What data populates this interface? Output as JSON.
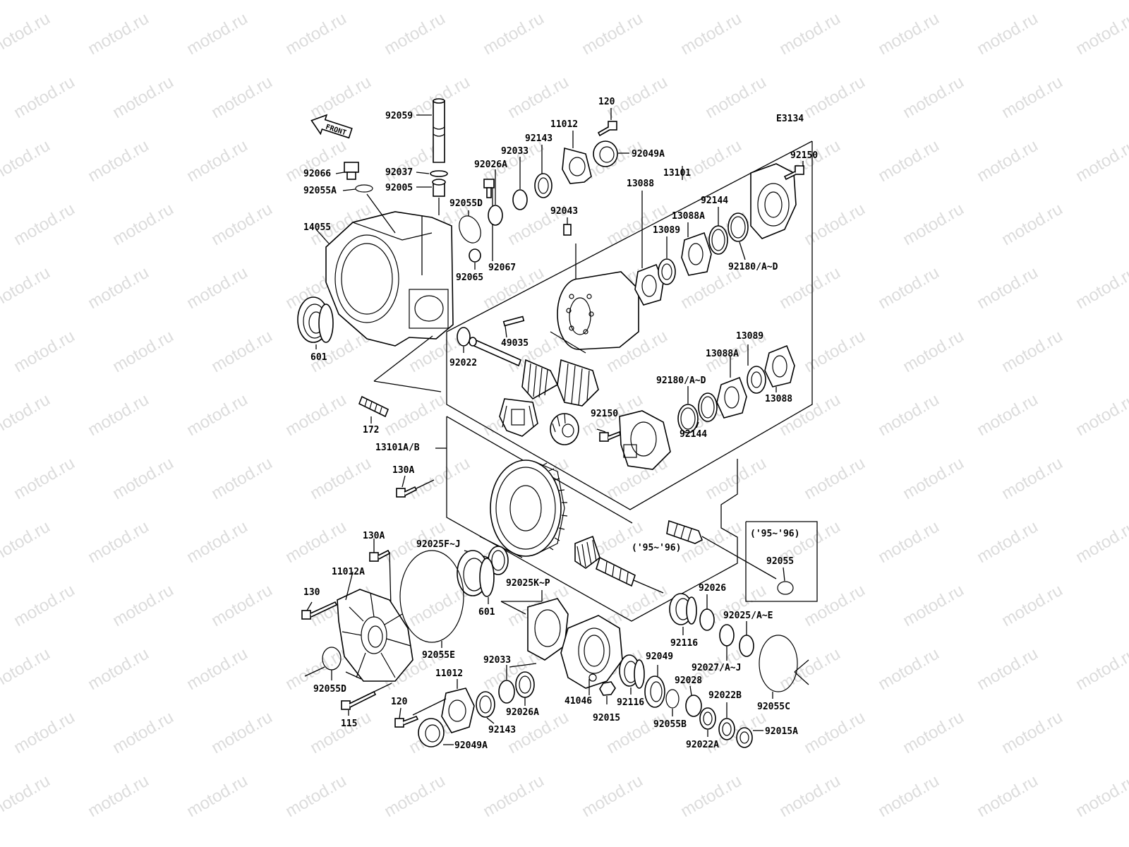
{
  "diagram_code": "E3134",
  "front_label": "FRONT",
  "watermark_text": "motod.ru",
  "labels": {
    "p92059": "92059",
    "p120a": "120",
    "p11012a": "11012",
    "p92049Aa": "92049A",
    "p92066": "92066",
    "p92037": "92037",
    "p92143a": "92143",
    "p92150a": "92150",
    "p92055A": "92055A",
    "p92005": "92005",
    "p92033a": "92033",
    "p13101": "13101",
    "p92026Aa": "92026A",
    "p92055Da": "92055D",
    "p92043": "92043",
    "p92144a": "92144",
    "p14055": "14055",
    "p13088Aa": "13088A",
    "p13089a": "13089",
    "p13088a": "13088",
    "p92067": "92067",
    "p92065": "92065",
    "p92180a": "92180/A~D",
    "p49035": "49035",
    "p92022": "92022",
    "p601a": "601",
    "p13089b": "13089",
    "p13088Ab": "13088A",
    "p92180b": "92180/A~D",
    "p13088b": "13088",
    "p92150b": "92150",
    "p92144b": "92144",
    "p172": "172",
    "p13101AB": "13101A/B",
    "p130Aa": "130A",
    "p130Ab": "130A",
    "p92025FJ": "92025F~J",
    "yr1": "('95~'96)",
    "yr2": "('95~'96)",
    "p92055": "92055",
    "p11012Ab": "11012A",
    "p92025KP": "92025K~P",
    "p601b": "601",
    "p92026": "92026",
    "p130": "130",
    "p92025AE": "92025/A~E",
    "p92116a": "92116",
    "p92055E": "92055E",
    "p92027": "92027/A~J",
    "p92049": "92049",
    "p92033b": "92033",
    "p11012b": "11012",
    "p92028": "92028",
    "p92055D": "92055D",
    "p92055C": "92055C",
    "p41046": "41046",
    "p92116b": "92116",
    "p92022B": "92022B",
    "p92026Ab": "92026A",
    "p120b": "120",
    "p92015": "92015",
    "p92055B": "92055B",
    "p115": "115",
    "p92143b": "92143",
    "p92015A": "92015A",
    "p92022A": "92022A",
    "p92049Ab": "92049A"
  }
}
